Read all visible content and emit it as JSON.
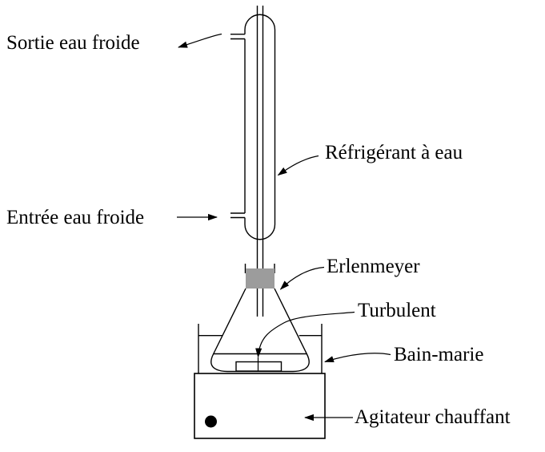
{
  "diagram": {
    "labels": {
      "sortie": "Sortie eau froide",
      "entree": "Entrée eau froide",
      "refrigerant": "Réfrigérant à eau",
      "erlenmeyer": "Erlenmeyer",
      "turbulent": "Turbulent",
      "bain_marie": "Bain-marie",
      "agitateur": "Agitateur chauffant"
    },
    "colors": {
      "line": "#000000",
      "stopper_fill": "#9c9c9c",
      "stir_bar_fill": "#e4e4e4",
      "knob_fill": "#000000",
      "background": "#ffffff"
    }
  }
}
